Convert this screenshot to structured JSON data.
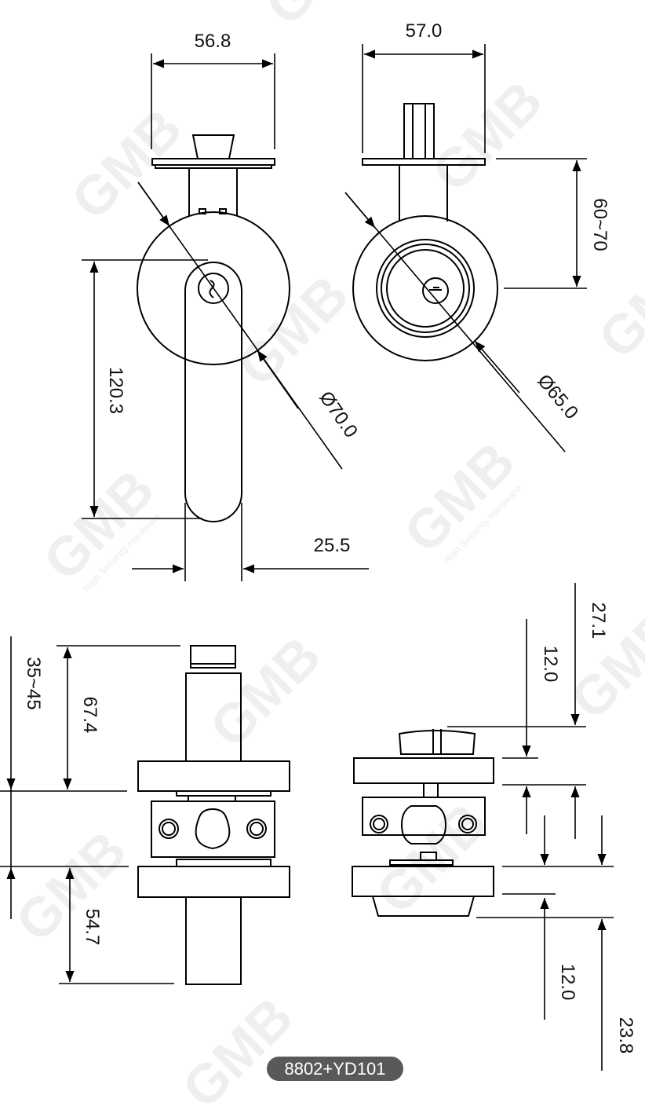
{
  "drawing": {
    "model": "8802+YD101",
    "watermark": {
      "brand": "GMB",
      "tagline": "High Security Hardware",
      "mark": "®"
    },
    "views": {
      "front_lever": {
        "width_top": "56.8",
        "rose_diameter": "Ø70.0",
        "lever_length": "120.3",
        "lever_width": "25.5"
      },
      "back_rose": {
        "width_top": "57.0",
        "backset": "60~70",
        "rose_diameter": "Ø65.0"
      },
      "side_lever": {
        "door_thickness": "35~45",
        "upper_projection": "67.4",
        "lower_projection": "54.7"
      },
      "side_thumbturn": {
        "overall_top": "27.1",
        "rose_top": "12.0",
        "rose_bottom": "12.0",
        "overall_bottom": "23.8"
      }
    }
  },
  "colors": {
    "line": "#000000",
    "badge_bg": "#5a5859",
    "badge_text": "#ffffff",
    "background": "#ffffff"
  }
}
